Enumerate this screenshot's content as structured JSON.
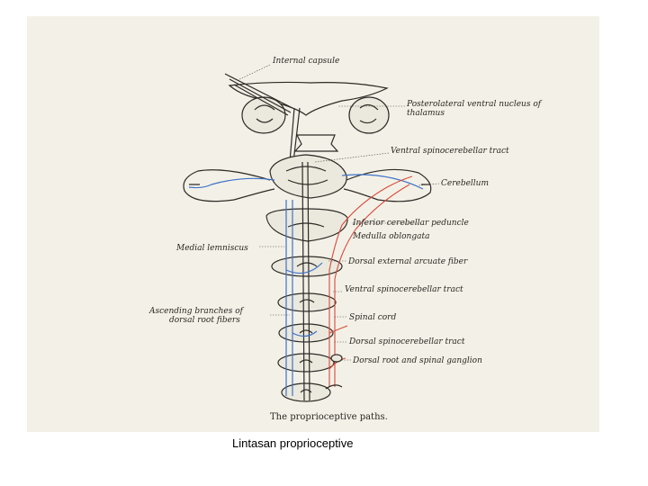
{
  "figure": {
    "labels": {
      "internal_capsule": "Internal capsule",
      "posterolateral_1": "Posterolateral ventral nucleus of",
      "posterolateral_2": "thalamus",
      "ventral_spinocerebellar_top": "Ventral spinocerebellar tract",
      "cerebellum": "Cerebellum",
      "inferior_cerebellar_peduncle": "Inferior cerebellar peduncle",
      "medulla_oblongata": "Medulla oblongata",
      "medial_lemniscus": "Medial lemniscus",
      "dorsal_external_arcuate_fiber": "Dorsal external arcuate fiber",
      "ventral_spinocerebellar_tract": "Ventral spinocerebellar tract",
      "ascending_branches_1": "Ascending branches of",
      "ascending_branches_2": "dorsal root fibers",
      "spinal_cord": "Spinal cord",
      "dorsal_spinocerebellar_tract": "Dorsal spinocerebellar tract",
      "dorsal_root_ganglion": "Dorsal root and spinal ganglion"
    },
    "figure_caption": "The proprioceptive paths.",
    "colors": {
      "blue_pathway": "#3f72c9",
      "red_pathway": "#d94a3a",
      "paper": "#f3f1e7"
    }
  },
  "slide_caption": "Lintasan proprioceptive"
}
